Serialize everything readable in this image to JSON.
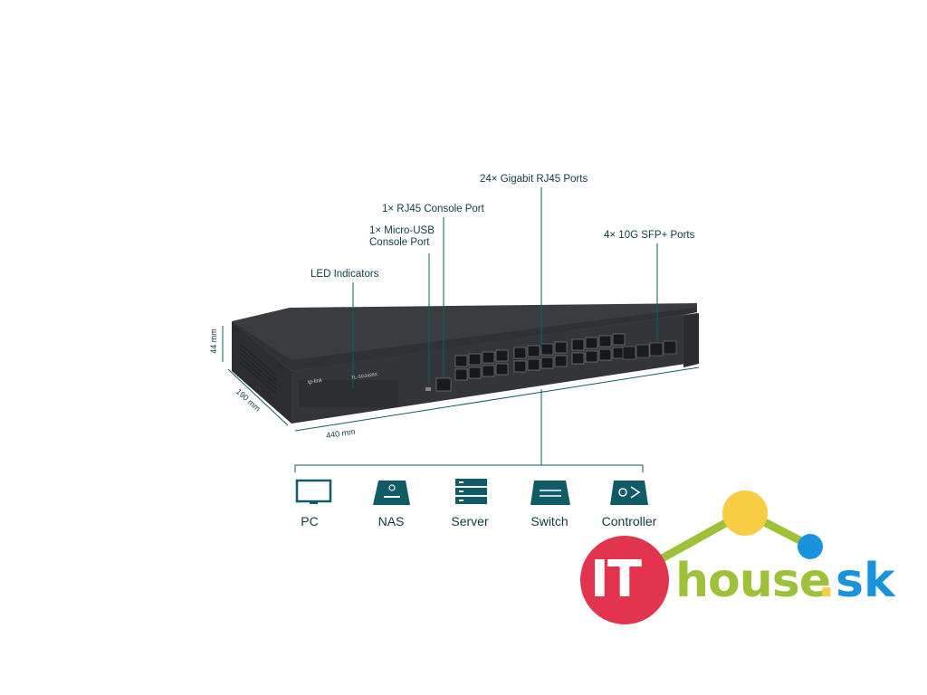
{
  "callouts": {
    "led": "LED Indicators",
    "micro_usb_line1": "1× Micro-USB",
    "micro_usb_line2": "Console Port",
    "rj45_console": "1× RJ45 Console Port",
    "gigabit": "24× Gigabit RJ45 Ports",
    "sfp": "4× 10G SFP+ Ports"
  },
  "dimensions": {
    "height": "44 mm",
    "depth": "190 mm",
    "width": "440 mm"
  },
  "devices": [
    {
      "label": "PC",
      "icon": "monitor-icon"
    },
    {
      "label": "NAS",
      "icon": "nas-icon"
    },
    {
      "label": "Server",
      "icon": "server-icon"
    },
    {
      "label": "Switch",
      "icon": "switch-icon"
    },
    {
      "label": "Controller",
      "icon": "controller-icon"
    }
  ],
  "switch_face": {
    "brand": "tp-link",
    "model": "TL-SG3428X"
  },
  "logo": {
    "it": "IT",
    "house": "house",
    "dot": ".",
    "sk": "sk"
  },
  "colors": {
    "accent": "#0f5b66",
    "logo_red": "#e2344f",
    "logo_green": "#9dc23a",
    "logo_blue": "#1b92dd",
    "logo_yellow": "#f7cd44"
  }
}
